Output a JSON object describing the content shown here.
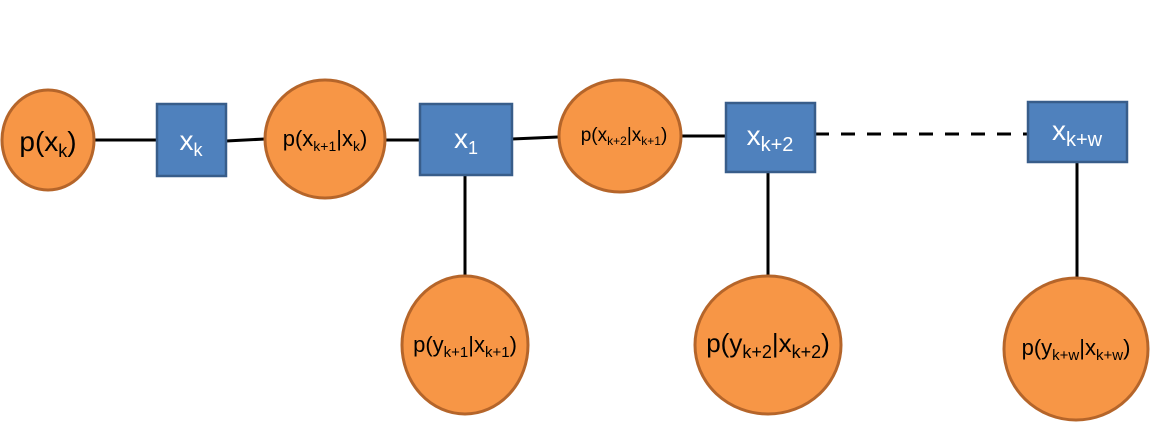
{
  "colors": {
    "factor_fill": "#F79646",
    "factor_stroke": "#B5652A",
    "variable_fill": "#4F81BD",
    "variable_stroke": "#385D8A"
  },
  "variables": {
    "xk": {
      "base": "x",
      "sub": "k"
    },
    "x1": {
      "base": "x",
      "sub": "1"
    },
    "xk2": {
      "base": "x",
      "sub": "k+2"
    },
    "xkw": {
      "base": "x",
      "sub": "k+w"
    }
  },
  "factors": {
    "prior": {
      "pre": "p(",
      "base": "x",
      "sub": "k",
      "post": ")"
    },
    "trans1": {
      "pre": "p(",
      "base": "x",
      "sub": "k+1",
      "mid": "|x",
      "sub2": "k",
      "post": ")"
    },
    "trans2": {
      "pre": "p(",
      "base": "x",
      "sub": "k+2",
      "mid": "|x",
      "sub2": "k+1",
      "post": ")"
    },
    "obs1": {
      "pre": "p(",
      "base": "y",
      "sub": "k+1",
      "mid": "|x",
      "sub2": "k+1",
      "post": ")"
    },
    "obs2": {
      "pre": "p(",
      "base": "y",
      "sub": "k+2",
      "mid": "|x",
      "sub2": "k+2",
      "post": ")"
    },
    "obsw": {
      "pre": "p(",
      "base": "y",
      "sub": "k+w",
      "mid": "|x",
      "sub2": "k+w",
      "post": ")"
    }
  }
}
